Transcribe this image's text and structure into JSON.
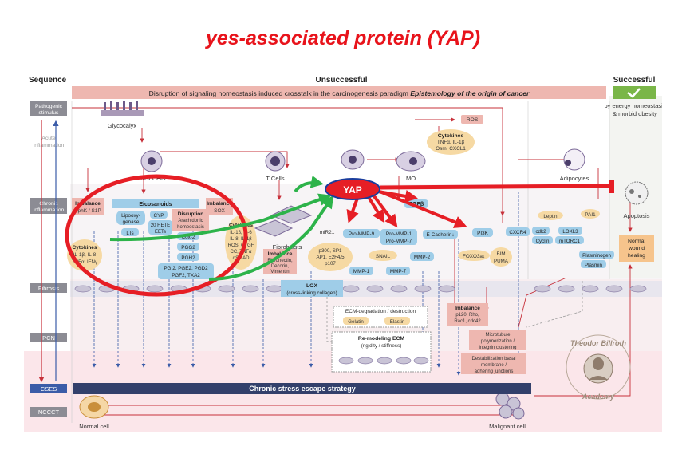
{
  "title": "yes-associated protein (YAP)",
  "header": {
    "sequence": "Sequence",
    "unsuccessful": "Unsuccessful",
    "successful": "Successful",
    "banner": "Disruption of signaling homeostasis induced crosstalk in the carcinogenesis paradigm",
    "banner_em": "Epistemology of the origin of cancer",
    "energy_line1": "by energy homeostasis",
    "energy_line2": "& morbid obesity"
  },
  "stages": {
    "pathogenic_1": "Pathogenic",
    "pathogenic_2": "stimulus",
    "acute_1": "Acute",
    "acute_2": "inflammation",
    "chronic_1": "Chronic",
    "chronic_2": "inflammation",
    "fibrosis": "Fibrosis",
    "pcn": "PCN",
    "cses": "CSES",
    "ncccт_label": "NCCCT"
  },
  "cells": {
    "glycocalyx": "Glycocalyx",
    "mast": "Mast Cells",
    "tcells": "T Cells",
    "mo": "MO",
    "adipocytes": "Adipocytes",
    "fibroblasts": "Fibroblasts",
    "normal": "Normal cell",
    "malignant": "Malignant cell",
    "apoptosis": "Apoptosis"
  },
  "nodes": {
    "yap": "YAP",
    "ros": "ROS",
    "cyto_top_t": "Cytokines",
    "cyto_top_1": "TNFα, IL-1β",
    "cyto_top_2": "Osm, CXCL1",
    "imb1_t": "Imbalance",
    "imb1_s": "SphK / S1P",
    "eicosanoids": "Eicosanoids",
    "lipoxy1": "Lipooxy-",
    "lipoxy2": "genase",
    "cyp": "CYP",
    "hete1": "20 HETE",
    "hete2": "EETs",
    "lts": "LTs",
    "dis_t": "Disruption",
    "dis_1": "Arachidonic",
    "dis_2": "homeostasis",
    "cox2": "Cox-2",
    "pgg2": "PGG2",
    "pgh2": "PGH2",
    "pgi_1": "PGI2, PGE2, PGD2",
    "pgi_2": "PGF2, TXA2",
    "imb2_t": "Imbalance",
    "imb2_s": "SOX",
    "cyto_l_t": "Cytokines",
    "cyto_l_1": "IL-1β, IL-8",
    "cyto_l_2": "TNFα, IFNγ",
    "cyto_r_t": "Cytokines",
    "cyto_r_1": "IL-1β, IL-6",
    "cyto_r_2": "IL-8, IL-1β",
    "cyto_r_3": "ROS, CTGF",
    "cyto_r_4": "CC, TNFα",
    "cyto_r_5": "αSMAD",
    "imb3_t": "Imbalance",
    "imb3_1": "Fibronectin,",
    "imb3_2": "Decorin,",
    "imb3_3": "Vimentin",
    "mir21": "miR21",
    "p300_1": "p300, SP1",
    "p300_2": "AP1, E2F4/5",
    "p300_3": "p107",
    "tgfb": "TGFβ",
    "prommp9": "Pro-MMP-9",
    "prommp17_1": "Pro-MMP-1",
    "prommp17_2": "Pro-MMP-7",
    "snail": "SNAIL",
    "mmp1": "MMP-1",
    "mmp7": "MMP-7",
    "mmp2": "MMP-2",
    "ecad": "E-Cadherin↓",
    "pi3k": "PI3K",
    "foxo": "FOXO3a↓",
    "bim_1": "BIM",
    "bim_2": "PUMA",
    "cxcr4": "CXCR4",
    "leptin": "Leptin",
    "pai1": "PAI1",
    "cdk2": "cdk2",
    "loxl3": "LOXL3",
    "cyclin": "Cyclin",
    "mtorc1": "mTORC1",
    "plasminogen": "Plasminogen",
    "plasmin": "Plasmin",
    "normal_1": "Normal",
    "normal_2": "wound",
    "normal_3": "healing",
    "lox_t": "LOX",
    "lox_s": "(cross-linking collagen)",
    "ecm_deg": "ECM-degradation / destruction",
    "gelatin": "Gelatin",
    "elastin": "Elastin",
    "remod_t": "Re-modeling ECM",
    "remod_s": "(rigidity / stiffness)",
    "imb4_t": "Imbalance",
    "imb4_1": "p120, Rho,",
    "imb4_2": "Rac1, cdc42",
    "micro_1": "Microtubule",
    "micro_2": "polymerization /",
    "micro_3": "integrin clustering",
    "destab_1": "Destabilization basal",
    "destab_2": "membrane /",
    "destab_3": "adhering junctions",
    "cses_bar": "Chronic stress escape strategy"
  },
  "watermark": {
    "name": "Theodor Billroth",
    "academy": "Academy"
  },
  "colors": {
    "title_red": "#e8131b",
    "yap_fill": "#e61e25",
    "yap_border": "#1a3d9c",
    "green_arrow": "#2db34a",
    "cses_bar": "#33406b",
    "banner": "#eeb7b0",
    "successful": "#7ab648"
  }
}
